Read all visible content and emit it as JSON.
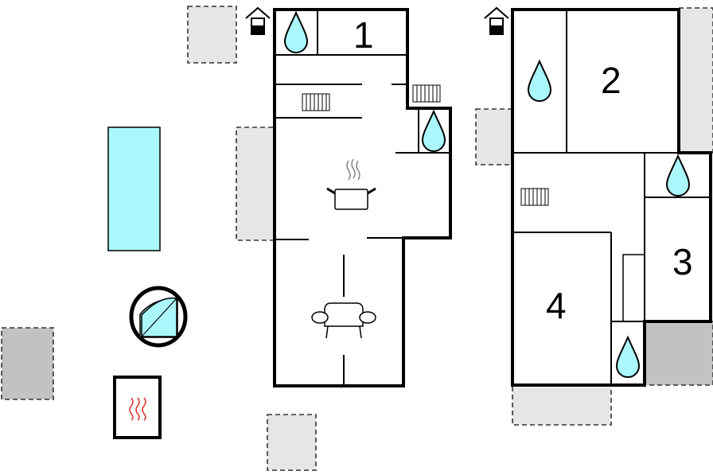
{
  "colors": {
    "wall": "#000000",
    "pool": "#aaf8fc",
    "terrace_light": "#e6e6e6",
    "terrace_dark": "#c2c2c2",
    "heat": "#e03030",
    "steam": "#888888"
  },
  "rooms": {
    "r1": "1",
    "r2": "2",
    "r3": "3",
    "r4": "4"
  },
  "icons": {
    "entrance": "house-entrance-icon",
    "water": "water-drop-icon",
    "radiator": "radiator-icon",
    "kitchen": "cooking-pot-icon",
    "living": "sofa-icon",
    "spa": "hot-tub-icon",
    "sauna": "sauna-heat-icon",
    "pool": "swimming-pool"
  }
}
